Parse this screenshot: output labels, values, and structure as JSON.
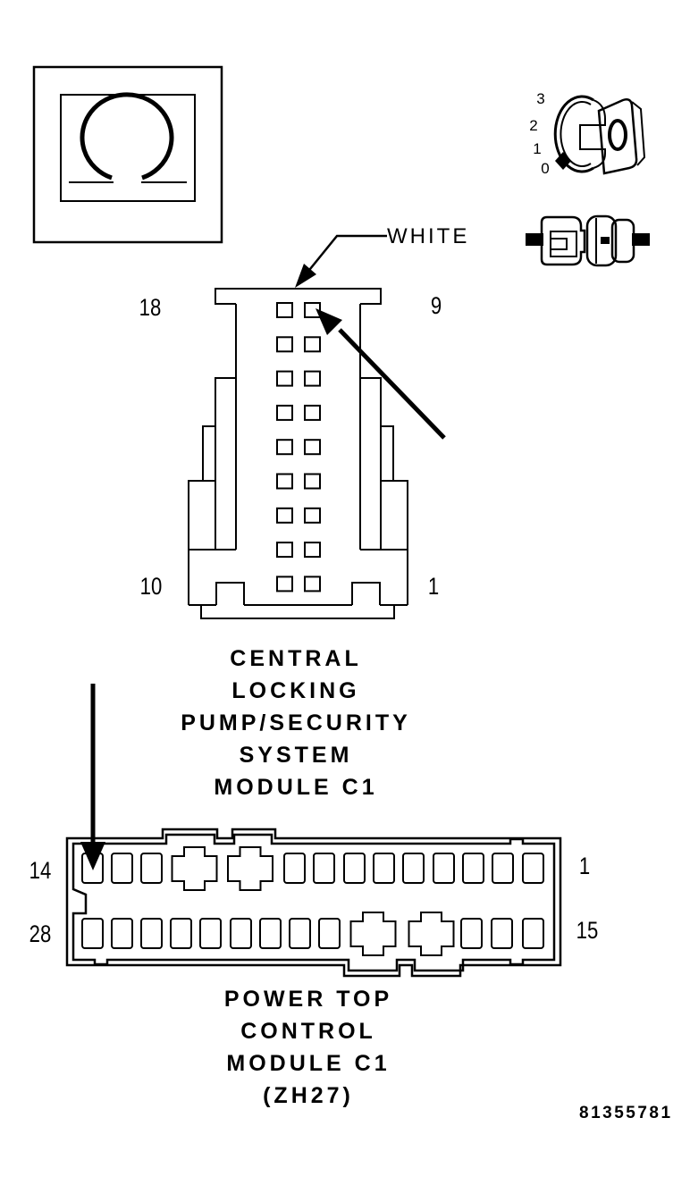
{
  "figure_number": "81355781",
  "wire_label": "WHITE",
  "ignition_switch_icon": {
    "positions": [
      "3",
      "2",
      "1",
      "0"
    ]
  },
  "central_locking_connector": {
    "name_lines": [
      "CENTRAL",
      "LOCKING",
      "PUMP/SECURITY",
      "SYSTEM",
      "MODULE C1"
    ],
    "pin_labels": {
      "top_left": "18",
      "top_right": "9",
      "bottom_left": "10",
      "bottom_right": "1"
    },
    "pin_rows": 9,
    "pin_cols": 2
  },
  "power_top_connector": {
    "name_lines": [
      "POWER TOP",
      "CONTROL",
      "MODULE C1",
      "(ZH27)"
    ],
    "pin_labels": {
      "top_left": "14",
      "top_right": "1",
      "bottom_left": "28",
      "bottom_right": "15"
    },
    "rows": 2,
    "pins_per_row": 14
  },
  "colors": {
    "line": "#000000",
    "background": "#ffffff"
  }
}
